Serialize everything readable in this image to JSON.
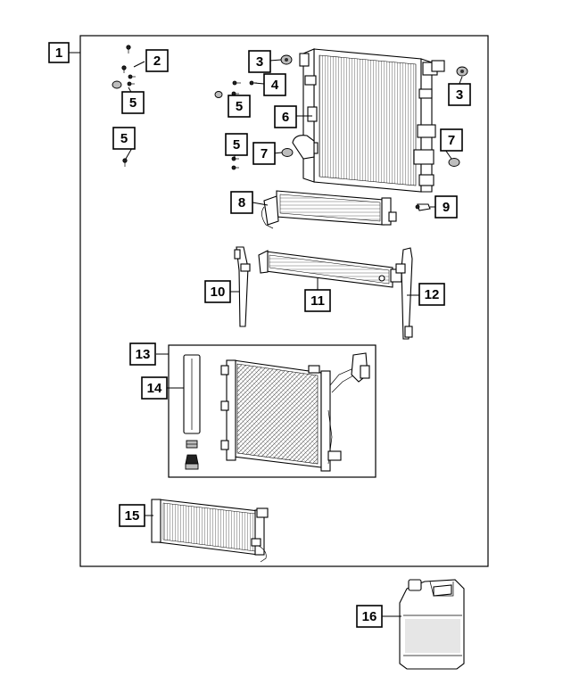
{
  "callouts": {
    "c1": "1",
    "c2": "2",
    "c3a": "3",
    "c3b": "3",
    "c4": "4",
    "c5a": "5",
    "c5b": "5",
    "c5c": "5",
    "c5d": "5",
    "c6": "6",
    "c7a": "7",
    "c7b": "7",
    "c8": "8",
    "c9": "9",
    "c10": "10",
    "c11": "11",
    "c12": "12",
    "c13": "13",
    "c14": "14",
    "c15": "15",
    "c16": "16"
  }
}
